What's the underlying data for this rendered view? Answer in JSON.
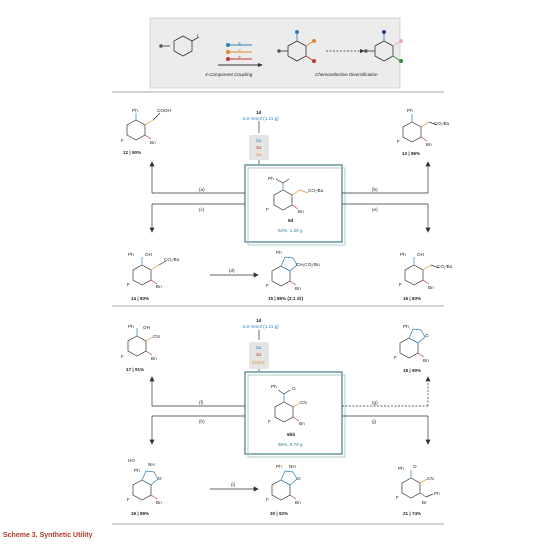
{
  "caption": "Scheme 3.  Synthetic Utility",
  "header": {
    "iodide_label": "I",
    "coupling_label": "4-Component Coupling",
    "diversification_label": "Chemoselective Diversification",
    "reagent_x": "X",
    "reagent_y": "Y",
    "reagent_z": "Z"
  },
  "top_scheme": {
    "start": "1d",
    "scale": "5.0 mmol (1.11 g)",
    "reagent_1": "2a",
    "reagent_2": "3a",
    "reagent_3": "4a",
    "core_label": "5d",
    "core_yield": "62%, 1.29 g",
    "core_subst": {
      "ph": "Ph",
      "co2tbu": "CO₂ᵗBu",
      "f": "F",
      "bn": "Bn"
    },
    "arrows": [
      "(a)",
      "(b)",
      "(c)",
      "(d)",
      "(e)"
    ],
    "products": [
      {
        "id": "12",
        "yield": "12 | 90%",
        "subst": "COOH"
      },
      {
        "id": "13",
        "yield": "13 | 86%",
        "subst": "CO₂ᵗBu"
      },
      {
        "id": "14",
        "yield": "14 | 83%",
        "subst": "CO₂ᵗBu"
      },
      {
        "id": "15",
        "yield": "15 | 85% (2:1 dr)",
        "subst": "CH₂CO₂ᵗBu"
      },
      {
        "id": "16",
        "yield": "16 | 83%",
        "subst": "CO₂ᵗBu"
      }
    ]
  },
  "bottom_scheme": {
    "start": "1d",
    "scale": "5.0 mmol (1.11 g)",
    "reagent_1": "2a",
    "reagent_2": "3a",
    "reagent_3": "CuCN",
    "core_label": "5bb",
    "core_yield": "56%, 0.79 g",
    "arrows": [
      "(f)",
      "(g)",
      "(h)",
      "(i)",
      "(j)"
    ],
    "products": [
      {
        "id": "17",
        "yield": "17 | 91%"
      },
      {
        "id": "18",
        "yield": "18 | 90%"
      },
      {
        "id": "19",
        "yield": "19 | 89%"
      },
      {
        "id": "20",
        "yield": "20 | 92%"
      },
      {
        "id": "21",
        "yield": "21 | 74%"
      }
    ],
    "labels": {
      "ph": "Ph",
      "oh": "OH",
      "cn": "CN",
      "f": "F",
      "bn": "Bn",
      "o": "O",
      "ho": "HO",
      "nh": "NH",
      "br": "Br"
    }
  }
}
